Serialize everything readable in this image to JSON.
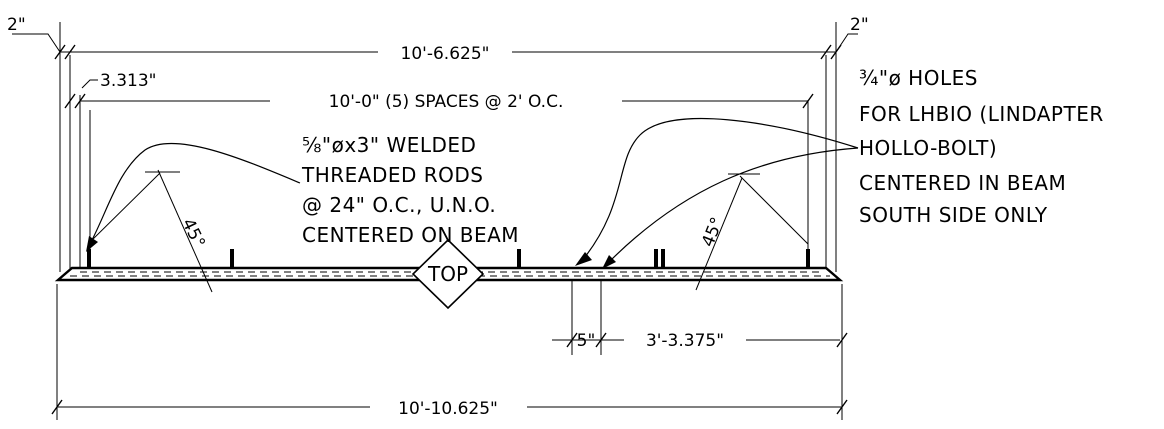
{
  "dimensions": {
    "end_left": "2\"",
    "end_right": "2\"",
    "overall_top": "10'-6.625\"",
    "edge_offset": "3.313\"",
    "spacing": "10'-0\" (5) SPACES @ 2' O.C.",
    "hole_offset": "5\"",
    "hole_spacing": "3'-3.375\"",
    "overall_bottom": "10'-10.625\""
  },
  "angles": {
    "left": "45°",
    "right": "45°"
  },
  "notes": {
    "rods": [
      "⅝\"øx3\" WELDED",
      "THREADED RODS",
      "@ 24\" O.C., U.N.O.",
      "CENTERED ON BEAM"
    ],
    "holes": [
      "¾\"ø HOLES",
      "FOR LHBIO (LINDAPTER",
      "HOLLO-BOLT)",
      "CENTERED IN BEAM",
      "SOUTH SIDE ONLY"
    ]
  },
  "marker": {
    "label": "TOP"
  }
}
